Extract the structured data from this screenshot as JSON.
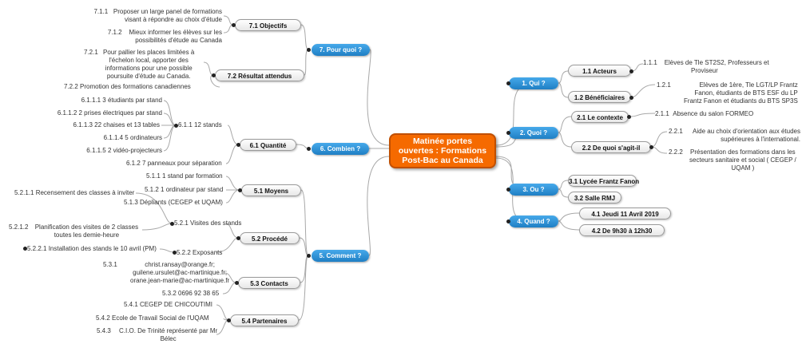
{
  "center": {
    "l1": "Matinée portes",
    "l2": "ouvertes :  Formations",
    "l3": "Post-Bac  au Canada"
  },
  "branches": {
    "qui": "1.  Qui ?",
    "quoi": "2.  Quoi ?",
    "ou": "3.  Ou ?",
    "quand": "4.  Quand ?",
    "comment": "5.  Comment ?",
    "combien": "6.  Combien ?",
    "pourquoi": "7.  Pour quoi ?"
  },
  "subs": {
    "acteurs": "1.1  Acteurs",
    "beneficiaires": "1.2  Bénéficiaires",
    "contexte": "2.1  Le contexte",
    "dequoi": "2.2  De quoi s'agit-il",
    "lycee": "3.1  Lycée Frantz Fanon",
    "salle": "3.2  Salle RMJ",
    "date": "4.1  Jeudi 11 Avril 2019",
    "heure": "4.2  De 9h30 à 12h30",
    "moyens": "5.1  Moyens",
    "procede": "5.2  Procédé",
    "contacts": "5.3  Contacts",
    "partenaires": "5.4  Partenaires",
    "quantite": "6.1  Quantité",
    "objectifs": "7.1  Objectifs",
    "resultat": "7.2  Résultat attendus"
  },
  "leaves": {
    "l111": [
      "1.1.1",
      "Elèves de Tle ST2S2, Professeurs et",
      "Proviseur"
    ],
    "l121": [
      "1.2.1",
      "Elèves de 1ère, Tle LGT/LP Frantz",
      "Fanon, étudiants de BTS ESF du LP",
      "Frantz Fanon et étudiants du BTS SP3S"
    ],
    "l211": [
      "2.1.1",
      "Absence du salon FORMEO"
    ],
    "l221": [
      "2.2.1",
      "Aide au choix d'orientation aux études",
      "supérieures à l'international."
    ],
    "l222": [
      "2.2.2",
      "Présentation des formations dans les",
      "secteurs sanitaire et social ( CEGEP /",
      "UQAM )"
    ],
    "l511": "5.1.1  1 stand par formation",
    "l512": "5.1.2  1 ordinateur par stand",
    "l513": "5.1.3  Dépliants (CEGEP et UQAM)",
    "l521": "5.2.1  Visites des stands",
    "l5211": "5.2.1.1  Recensement des classes à inviter",
    "l5212": [
      "5.2.1.2",
      "Planification des visites de 2 classes",
      "toutes les demie-heure"
    ],
    "l522": "5.2.2  Exposants",
    "l5221": "5.2.2.1  Installation des stands le 10 avril (PM)",
    "l531": [
      "5.3.1",
      "christ.ransay@orange.fr;",
      "guilene.ursulet@ac-martinique.fr;",
      "orane.jean-marie@ac-martinique.fr"
    ],
    "l532": "5.3.2  0696 92 38 65",
    "l541": "5.4.1  CEGEP DE CHICOUTIMI",
    "l542": "5.4.2  Ecole de Travail Social de l'UQAM",
    "l543": [
      "5.4.3",
      "C.I.O. De Trinité représenté par Mr",
      "Bélec"
    ],
    "l611": "6.1.1  12 stands",
    "l6111": "6.1.1.1  3 étudiants par stand",
    "l6112": "6.1.1.2  2 prises électriques par stand",
    "l6113": "6.1.1.3  22 chaises et 13 tables",
    "l6114": "6.1.1.4  5 ordinateurs",
    "l6115": "6.1.1.5  2 vidéo-projecteurs",
    "l612": "6.1.2  7 panneaux pour séparation",
    "l711": [
      "7.1.1",
      "Proposer un large panel de formations",
      "visant à répondre au choix d'étude"
    ],
    "l712": [
      "7.1.2",
      "Mieux informer les élèves sur les",
      "possibilités d'étude au Canada"
    ],
    "l721": [
      "7.2.1",
      "Pour pallier les places limitées à",
      "l'échelon local, apporter des",
      "informations pour une possible",
      "poursuite d'étude au Canada."
    ],
    "l722": "7.2.2  Promotion des formations canadiennes"
  }
}
